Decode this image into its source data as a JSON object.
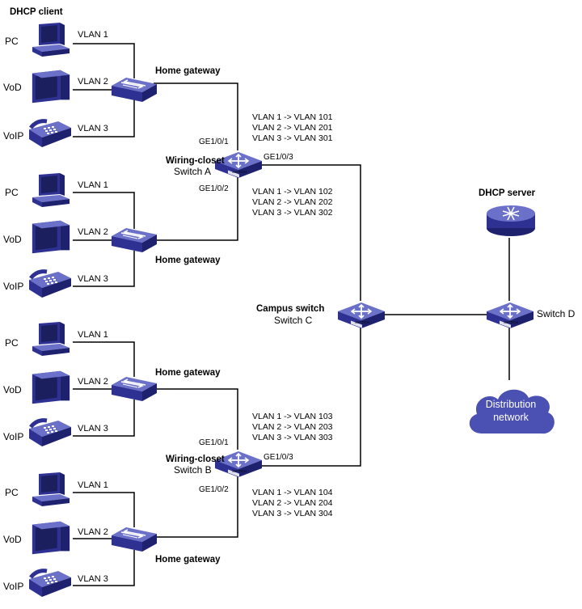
{
  "title": "DHCP client",
  "dhcp_server": "DHCP server",
  "distribution": {
    "line1": "Distribution",
    "line2": "network"
  },
  "campus": {
    "title": "Campus switch",
    "name": "Switch C"
  },
  "switch_d": "Switch D",
  "wiring_a": {
    "title": "Wiring-closet",
    "name": "Switch A",
    "port_up": "GE1/0/1",
    "port_down": "GE1/0/2",
    "port_uplink": "GE1/0/3"
  },
  "wiring_b": {
    "title": "Wiring-closet",
    "name": "Switch B",
    "port_up": "GE1/0/1",
    "port_down": "GE1/0/2",
    "port_uplink": "GE1/0/3"
  },
  "home_gateway": "Home gateway",
  "devices": {
    "pc": "PC",
    "vod": "VoD",
    "voip": "VoIP"
  },
  "vlans": [
    "VLAN 1",
    "VLAN 2",
    "VLAN 3"
  ],
  "mappings": {
    "a1": [
      "VLAN 1 -> VLAN 101",
      "VLAN 2 -> VLAN 201",
      "VLAN 3 -> VLAN 301"
    ],
    "a2": [
      "VLAN 1 -> VLAN 102",
      "VLAN 2 -> VLAN 202",
      "VLAN 3 -> VLAN 302"
    ],
    "b1": [
      "VLAN 1 -> VLAN 103",
      "VLAN 2 -> VLAN 203",
      "VLAN 3 -> VLAN 303"
    ],
    "b2": [
      "VLAN 1 -> VLAN 104",
      "VLAN 2 -> VLAN 204",
      "VLAN 3 -> VLAN 304"
    ]
  },
  "switch_badge": "SWITCH",
  "colors": {
    "device": "#2e3192",
    "device_light": "#5f63c4",
    "screen": "#1b1f5e",
    "cloud": "#4b50b3",
    "line": "#000000"
  },
  "icons": [
    "pc-icon",
    "monitor-icon",
    "ip-phone-icon",
    "home-gateway-icon",
    "l3-switch-icon",
    "router-icon",
    "cloud-icon"
  ]
}
